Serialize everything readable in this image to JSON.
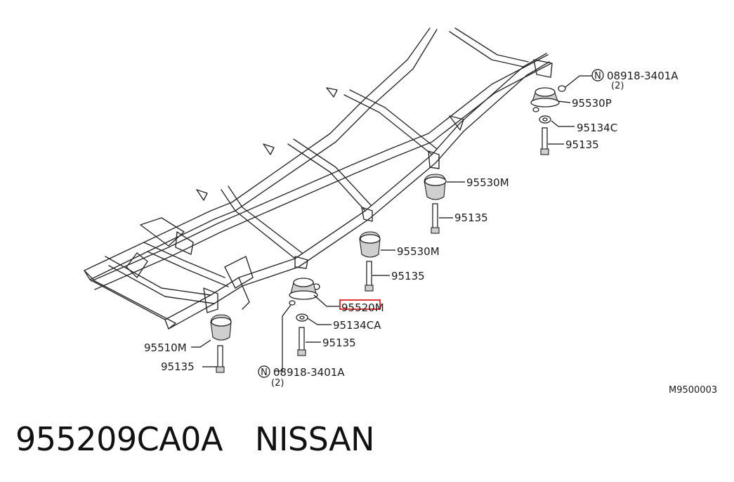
{
  "diagram": {
    "callouts": {
      "top_nut_part": "08918-3401A",
      "top_nut_qty": "(2)",
      "mount_rear": "95530P",
      "washer_rear": "95134C",
      "bolt_rear": "95135",
      "mount_mid2": "95530M",
      "bolt_mid2": "95135",
      "mount_mid1": "95530M",
      "bolt_mid1": "95135",
      "mount_highlighted": "95520M",
      "washer_front": "95134CA",
      "bolt_front": "95135",
      "mount_front": "95510M",
      "bolt_front_left": "95135",
      "bottom_nut_part": "08918-3401A",
      "bottom_nut_qty": "(2)"
    },
    "symbol_n": "N",
    "figure_code": "M9500003",
    "highlight_color": "#e02020"
  },
  "caption": {
    "part_number": "955209CA0A",
    "manufacturer": "NISSAN"
  }
}
